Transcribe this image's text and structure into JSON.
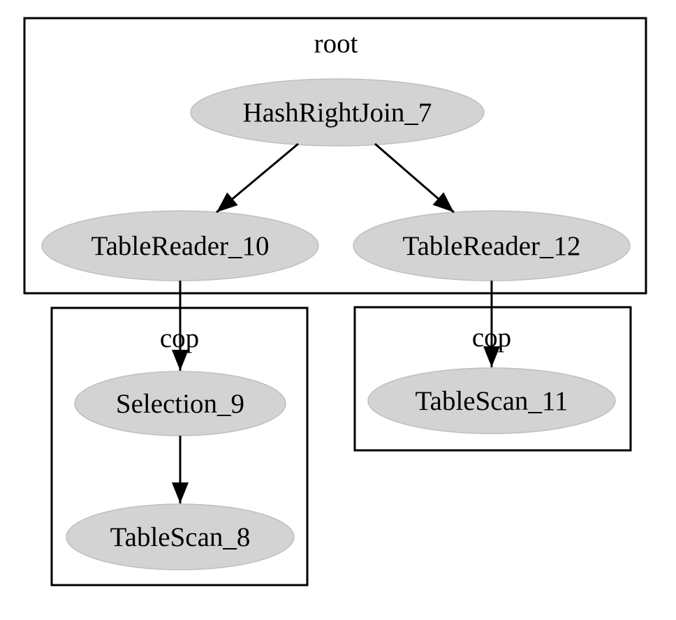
{
  "diagram": {
    "type": "query-plan-graph",
    "clusters": [
      {
        "id": "root",
        "label": "root"
      },
      {
        "id": "cop-left",
        "label": "cop"
      },
      {
        "id": "cop-right",
        "label": "cop"
      }
    ],
    "nodes": [
      {
        "id": "HashRightJoin_7",
        "label": "HashRightJoin_7",
        "cluster": "root",
        "shape": "ellipse"
      },
      {
        "id": "TableReader_10",
        "label": "TableReader_10",
        "cluster": "root",
        "shape": "ellipse"
      },
      {
        "id": "TableReader_12",
        "label": "TableReader_12",
        "cluster": "root",
        "shape": "ellipse"
      },
      {
        "id": "Selection_9",
        "label": "Selection_9",
        "cluster": "cop-left",
        "shape": "ellipse"
      },
      {
        "id": "TableScan_8",
        "label": "TableScan_8",
        "cluster": "cop-left",
        "shape": "ellipse"
      },
      {
        "id": "TableScan_11",
        "label": "TableScan_11",
        "cluster": "cop-right",
        "shape": "ellipse"
      }
    ],
    "edges": [
      {
        "from": "HashRightJoin_7",
        "to": "TableReader_10"
      },
      {
        "from": "HashRightJoin_7",
        "to": "TableReader_12"
      },
      {
        "from": "TableReader_10",
        "to": "Selection_9"
      },
      {
        "from": "Selection_9",
        "to": "TableScan_8"
      },
      {
        "from": "TableReader_12",
        "to": "TableScan_11"
      }
    ],
    "colors": {
      "node_fill": "#d3d3d3",
      "node_rim": "#bfbfbf",
      "edge": "#000000",
      "cluster_border": "#000000",
      "text": "#000000",
      "background": "#ffffff"
    }
  }
}
